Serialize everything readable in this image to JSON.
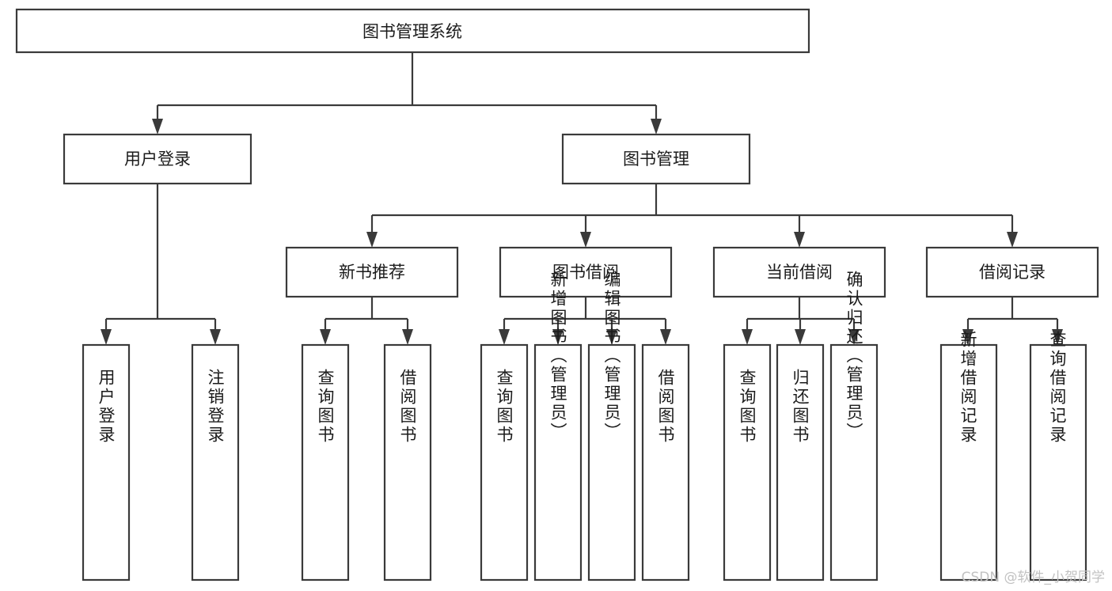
{
  "diagram": {
    "title": "图书管理系统",
    "type": "hierarchy-tree",
    "root": {
      "id": "root",
      "label": "图书管理系统"
    },
    "level2": [
      {
        "id": "user-login",
        "label": "用户登录"
      },
      {
        "id": "book-manage",
        "label": "图书管理"
      }
    ],
    "level3": [
      {
        "id": "new-book-rec",
        "label": "新书推荐"
      },
      {
        "id": "book-borrow",
        "label": "图书借阅"
      },
      {
        "id": "current-borrow",
        "label": "当前借阅"
      },
      {
        "id": "borrow-record",
        "label": "借阅记录"
      }
    ],
    "leaves": {
      "user-login": [
        {
          "id": "leaf-user-login",
          "label": "用户登录"
        },
        {
          "id": "leaf-user-logout",
          "label": "注销登录"
        }
      ],
      "new-book-rec": [
        {
          "id": "leaf-query-book-1",
          "label": "查询图书"
        },
        {
          "id": "leaf-borrow-book-1",
          "label": "借阅图书"
        }
      ],
      "book-borrow": [
        {
          "id": "leaf-query-book-2",
          "label": "查询图书"
        },
        {
          "id": "leaf-add-book",
          "label": "新增图书（管理员）"
        },
        {
          "id": "leaf-edit-book",
          "label": "编辑图书（管理员）"
        },
        {
          "id": "leaf-borrow-book-2",
          "label": "借阅图书"
        }
      ],
      "current-borrow": [
        {
          "id": "leaf-query-book-3",
          "label": "查询图书"
        },
        {
          "id": "leaf-return-book",
          "label": "归还图书"
        },
        {
          "id": "leaf-confirm-return",
          "label": "确认归还（管理员）"
        }
      ],
      "borrow-record": [
        {
          "id": "leaf-add-record",
          "label": "新增借阅记录"
        },
        {
          "id": "leaf-query-record",
          "label": "查询借阅记录"
        }
      ]
    }
  },
  "watermark": {
    "text": "CSDN @软件_小贺同学"
  },
  "colors": {
    "background": "#ffffff",
    "box_fill": "#ffffff",
    "box_stroke": "#3a3a3a",
    "text": "#1b1b1b",
    "watermark": "#c2c2c2"
  }
}
